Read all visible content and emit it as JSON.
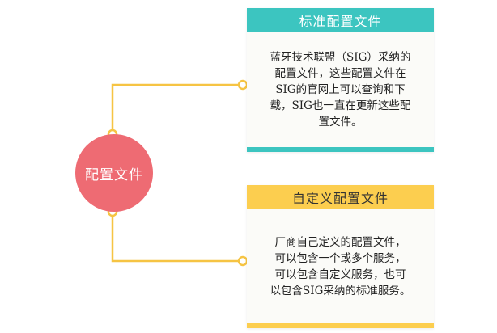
{
  "center": {
    "label": "配置文件"
  },
  "cards": [
    {
      "title": "标准配置文件",
      "lines": [
        "蓝牙技术联盟（SIG）采纳的",
        "配置文件，这些配置文件在",
        "SIG的官网上可以查询和下",
        "载，SIG也一直在更新这些配",
        "置文件。"
      ]
    },
    {
      "title": "自定义配置文件",
      "lines": [
        "厂商自己定义的配置文件，",
        "可以包含一个或多个服务，",
        "可以包含自定义服务，也可",
        "以包含SIG采纳的标准服务。"
      ]
    }
  ],
  "colors": {
    "connector": "#f6c443",
    "circle": "#ee6b73",
    "teal": "#3cc5c0",
    "yellow": "#fcce4f"
  }
}
